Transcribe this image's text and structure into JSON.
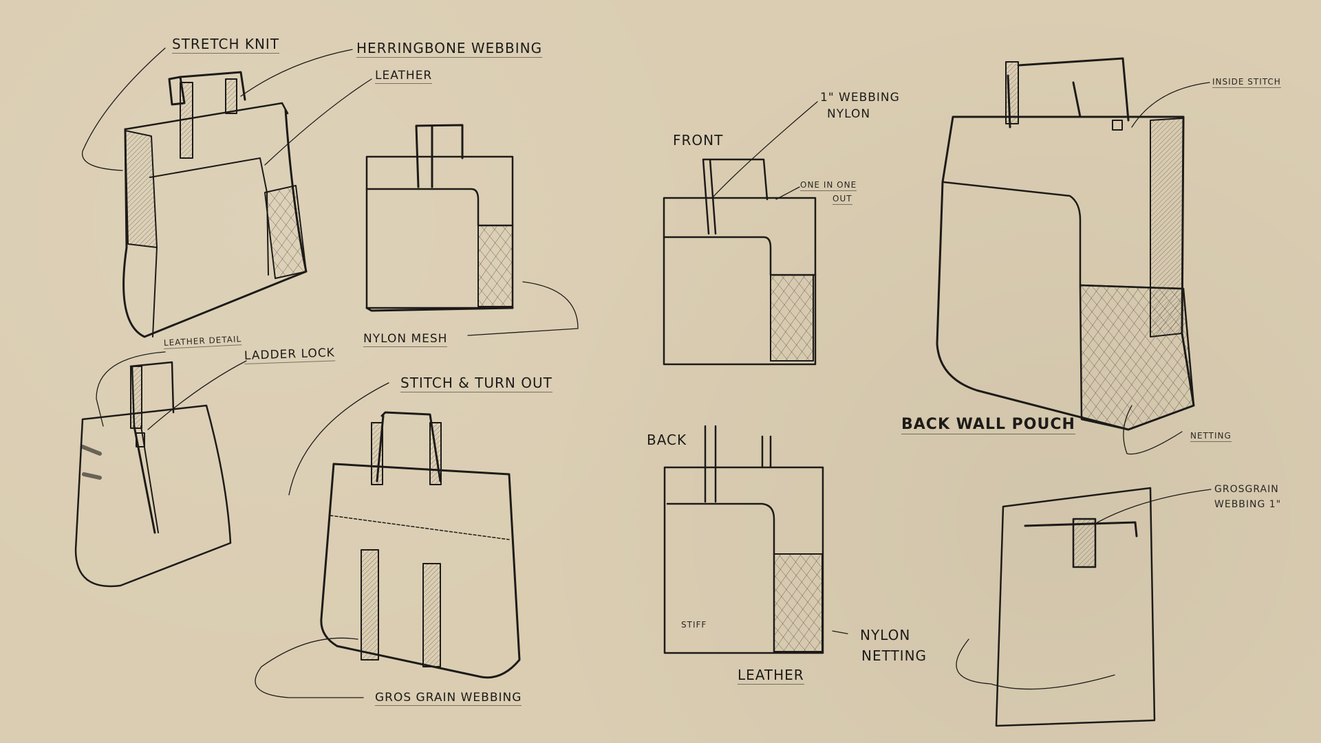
{
  "sheet": {
    "background_color": "#dacdb2",
    "ink_color": "#1d1b18",
    "sketches": [
      {
        "id": "tote-perspective-1",
        "description": "Perspective tote with herringbone straps, stretch knit side and mesh side pocket"
      },
      {
        "id": "tote-front-flat-1",
        "description": "Flat front tote with corner mesh pocket"
      },
      {
        "id": "tote-leather-detail",
        "description": "Tote with ladder lock leather strap detail"
      },
      {
        "id": "tote-stitch-turn",
        "description": "Tote with grosgrain webbing straps"
      },
      {
        "id": "tote-front-view",
        "description": "Front view tote"
      },
      {
        "id": "tote-back-view",
        "description": "Back view tote with nylon netting"
      },
      {
        "id": "tote-back-wall-pouch",
        "description": "Large perspective tote with back wall pouch and netting"
      },
      {
        "id": "tote-grosgrain-pouch",
        "description": "Flat pouch with grosgrain webbing closure"
      }
    ]
  },
  "labels": {
    "stretch_knit": "Stretch Knit",
    "herringbone_webbing": "Herringbone Webbing",
    "leather_top": "Leather",
    "leather_detail": "Leather Detail",
    "ladder_lock": "Ladder Lock",
    "nylon_mesh": "Nylon Mesh",
    "stitch_turn_out": "Stitch & Turn Out",
    "grosgrain_webbing": "Gros Grain Webbing",
    "front": "Front",
    "webbing_1in": "1\" Webbing",
    "webbing_nylon": "Nylon",
    "one_in_one": "One in One",
    "one_out": "Out",
    "back": "Back",
    "stiff": "Stiff",
    "nylon": "Nylon",
    "netting": "Netting",
    "leather_bottom": "Leather",
    "inside_stitch": "Inside Stitch",
    "back_wall_pouch": "Back Wall Pouch",
    "netting_small": "Netting",
    "grosgrain": "Grosgrain",
    "webbing_1in_b": "Webbing 1\""
  }
}
